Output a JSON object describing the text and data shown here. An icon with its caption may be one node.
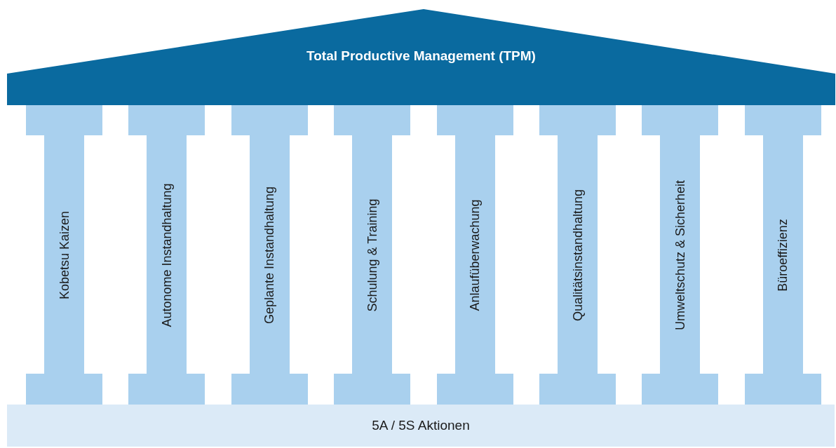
{
  "diagram": {
    "nodes": [
      {
        "text": [
          "Total Productive Management (TPM)"
        ]
      },
      {
        "text": [
          "Kobetsu Kaizen"
        ]
      },
      {
        "text": [
          "Autonome Instandhaltung"
        ]
      },
      {
        "text": [
          "Geplante Instandhaltung"
        ]
      },
      {
        "text": [
          "Schulung & Training"
        ]
      },
      {
        "text": [
          "Anlaufüberwachung"
        ]
      },
      {
        "text": [
          "Qualitätsinstandhaltung"
        ]
      },
      {
        "text": [
          "Umweltschutz & Sicherheit"
        ]
      },
      {
        "text": [
          "Büroeffizienz"
        ]
      },
      {
        "text": [
          "5A / 5S Aktionen"
        ]
      }
    ]
  }
}
